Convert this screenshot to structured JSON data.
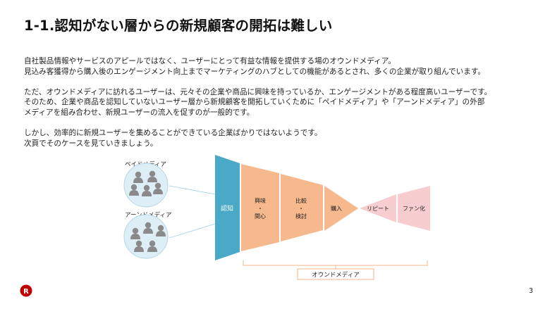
{
  "title": "1-1.認知がない層からの新規顧客の開拓は難しい",
  "paragraphs": [
    {
      "lines": [
        "自社製品情報やサービスのアピールではなく、ユーザーにとって有益な情報を提供する場のオウンドメディア。",
        "見込み客獲得から購入後のエンゲージメント向上までマーケティングのハブとしての機能があるとされ、多くの企業が取り組んでいます。"
      ]
    },
    {
      "lines": [
        "ただ、オウンドメディアに訪れるユーザーは、元々その企業や商品に興味を持っているか、エンゲージメントがある程度高いユーザーです。",
        "そのため、企業や商品を認知していないユーザー層から新規顧客を開拓していくために「ペイドメディア」や「アーンドメディア」の外部",
        "メディアを組み合わせ、新規ユーザーの流入を促すのが一般的です。"
      ]
    },
    {
      "lines": [
        "しかし、効率的に新規ユーザーを集めることができている企業ばかりではないようです。",
        "次頁でそのケースを見ていきましょう。"
      ]
    }
  ],
  "diagram": {
    "paid_media_label": "ペイドメディア",
    "earned_media_label": "アーンドメディア",
    "stages": {
      "awareness": "認知",
      "interest_1": "興味",
      "interest_sep": "・",
      "interest_2": "関心",
      "compare_1": "比較",
      "compare_sep": "・",
      "compare_2": "検討",
      "purchase": "購入",
      "repeat": "リピート",
      "fan": "ファン化"
    },
    "owned_media_label": "オウンドメディア",
    "colors": {
      "awareness": "#4aa9c6",
      "orange": "#f6b88d",
      "pink": "#f8cdd0",
      "circle_fill": "#ddeef6",
      "circle_stroke": "#b3d6e6",
      "person": "#8a8a8a"
    }
  },
  "page_number": "3",
  "logo_letter": "R"
}
